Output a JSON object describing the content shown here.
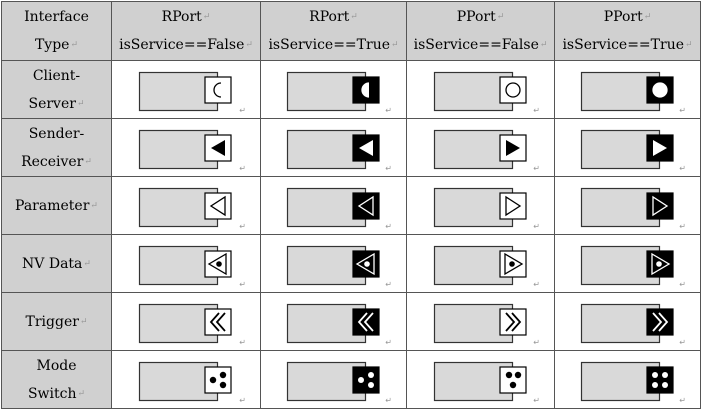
{
  "header": {
    "col0": [
      "Interface",
      "Type"
    ],
    "columns": [
      {
        "name": "RPort",
        "service": "isService==False"
      },
      {
        "name": "RPort",
        "service": "isService==True"
      },
      {
        "name": "PPort",
        "service": "isService==False"
      },
      {
        "name": "PPort",
        "service": "isService==True"
      }
    ]
  },
  "rows": [
    {
      "label": [
        "Client-",
        "Server"
      ],
      "icon": "client-server"
    },
    {
      "label": [
        "Sender-",
        "Receiver"
      ],
      "icon": "sender-receiver"
    },
    {
      "label": [
        "Parameter"
      ],
      "icon": "parameter"
    },
    {
      "label": [
        "NV Data"
      ],
      "icon": "nv-data"
    },
    {
      "label": [
        "Trigger"
      ],
      "icon": "trigger"
    },
    {
      "label": [
        "Mode",
        "Switch"
      ],
      "icon": "mode-switch"
    }
  ],
  "return_mark": "↵",
  "colors": {
    "header_bg": "#d0d0d0",
    "component_fill": "#d9d9d9",
    "port_dark": "#000000",
    "port_light": "#ffffff",
    "border": "#555555"
  }
}
